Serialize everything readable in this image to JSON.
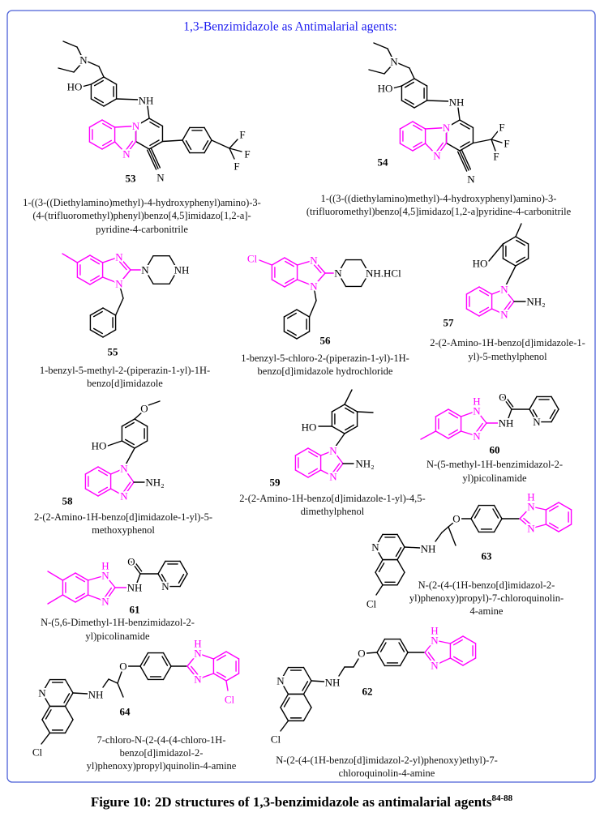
{
  "title": "1,3-Benzimidazole as Antimalarial agents:",
  "caption": {
    "text": "Figure 10: 2D structures of 1,3-benzimidazole as antimalarial agents",
    "refs": "84-88"
  },
  "colors": {
    "accent": "#ff00ff",
    "title": "#1c1cf0",
    "border": "#4a5fd8",
    "bond": "#000000"
  },
  "atoms": {
    "N": "N",
    "NH": "NH",
    "HO": "HO",
    "F": "F",
    "Cl": "Cl",
    "H": "H",
    "O": "O",
    "NH2": "NH₂",
    "NHHCl": "NH.HCl"
  },
  "compounds": {
    "c53": {
      "number": "53",
      "name_lines": [
        "1-((3-((Diethylamino)methyl)-4-hydroxyphenyl)amino)-3-",
        "(4-(trifluoromethyl)phenyl)benzo[4,5]imidazo[1,2-a]-",
        "pyridine-4-carbonitrile"
      ]
    },
    "c54": {
      "number": "54",
      "name_lines": [
        "1-((3-((diethylamino)methyl)-4-hydroxyphenyl)amino)-3-",
        "(trifluoromethyl)benzo[4,5]imidazo[1,2-a]pyridine-4-carbonitrile"
      ]
    },
    "c55": {
      "number": "55",
      "name_lines": [
        "1-benzyl-5-methyl-2-(piperazin-1-yl)-1H-",
        "benzo[d]imidazole"
      ]
    },
    "c56": {
      "number": "56",
      "name_lines": [
        "1-benzyl-5-chloro-2-(piperazin-1-yl)-1H-",
        "benzo[d]imidazole hydrochloride"
      ]
    },
    "c57": {
      "number": "57",
      "name_lines": [
        "2-(2-Amino-1H-benzo[d]imidazole-1-",
        "yl)-5-methylphenol"
      ]
    },
    "c58": {
      "number": "58",
      "name_lines": [
        "2-(2-Amino-1H-benzo[d]imidazole-1-yl)-5-",
        "methoxyphenol"
      ]
    },
    "c59": {
      "number": "59",
      "name_lines": [
        "2-(2-Amino-1H-benzo[d]imidazole-1-yl)-4,5-",
        "dimethylphenol"
      ]
    },
    "c60": {
      "number": "60",
      "name_lines": [
        "N-(5-methyl-1H-benzimidazol-2-",
        "yl)picolinamide"
      ]
    },
    "c61": {
      "number": "61",
      "name_lines": [
        "N-(5,6-Dimethyl-1H-benzimidazol-2-",
        "yl)picolinamide"
      ]
    },
    "c62": {
      "number": "62",
      "name_lines": [
        "N-(2-(4-(1H-benzo[d]imidazol-2-yl)phenoxy)ethyl)-7-",
        "chloroquinolin-4-amine"
      ]
    },
    "c63": {
      "number": "63",
      "name_lines": [
        "N-(2-(4-(1H-benzo[d]imidazol-2-",
        "yl)phenoxy)propyl)-7-chloroquinolin-",
        "4-amine"
      ]
    },
    "c64": {
      "number": "64",
      "name_lines": [
        "7-chloro-N-(2-(4-(4-chloro-1H-",
        "benzo[d]imidazol-2-",
        "yl)phenoxy)propyl)quinolin-4-amine"
      ]
    }
  }
}
